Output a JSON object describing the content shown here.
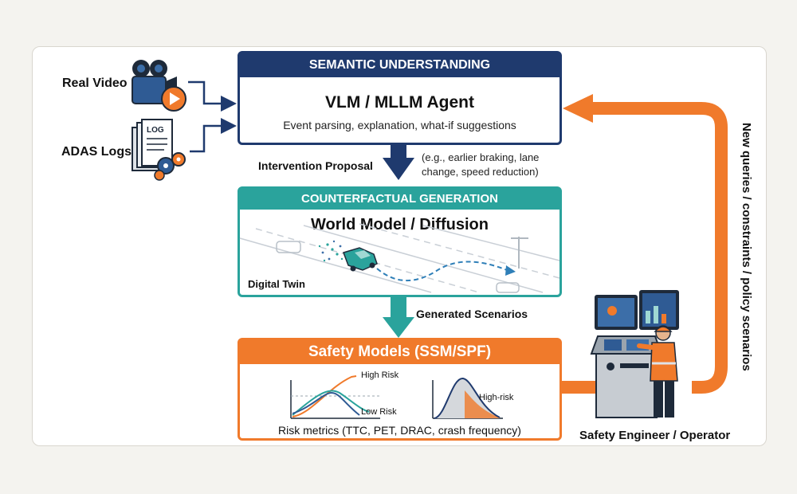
{
  "inputs": {
    "real_video": "Real Video",
    "adas_logs": "ADAS Logs",
    "log_doc_text": "LOG"
  },
  "semantic": {
    "header": "SEMANTIC UNDERSTANDING",
    "title": "VLM / MLLM Agent",
    "subtitle": "Event parsing, explanation, what-if suggestions"
  },
  "intervention": {
    "label": "Intervention Proposal",
    "note_line1": "(e.g., earlier braking, lane",
    "note_line2": "change, speed reduction)"
  },
  "counterfactual": {
    "header": "COUNTERFACTUAL GENERATION",
    "title": "World Model / Diffusion",
    "twin_label": "Digital Twin"
  },
  "generated": {
    "label": "Generated Scenarios"
  },
  "safety": {
    "header": "Safety Models (SSM/SPF)",
    "high_risk": "High Risk",
    "low_risk": "Low Risk",
    "high_risk_dist": "High-risk",
    "metrics": "Risk metrics (TTC, PET, DRAC, crash frequency)"
  },
  "operator": {
    "label": "Safety Engineer / Operator"
  },
  "feedback": {
    "label": "New queries / constraints / policy scenarios"
  },
  "colors": {
    "navy": "#1f3a6e",
    "teal": "#2aa39c",
    "orange": "#f07a2b",
    "dark": "#1e2a3a"
  }
}
